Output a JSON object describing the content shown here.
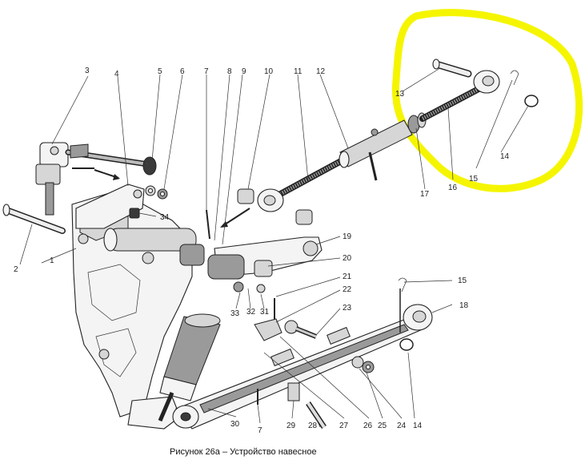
{
  "caption": "Рисунок 26а – Устройство навесное",
  "highlight_color": "#f5f500",
  "callouts": {
    "c1": "1",
    "c2": "2",
    "c3": "3",
    "c4": "4",
    "c5": "5",
    "c6": "6",
    "c7a": "7",
    "c7b": "7",
    "c8": "8",
    "c9": "9",
    "c10": "10",
    "c11": "11",
    "c12": "12",
    "c13": "13",
    "c14a": "14",
    "c14b": "14",
    "c15a": "15",
    "c15b": "15",
    "c16": "16",
    "c17": "17",
    "c18": "18",
    "c19": "19",
    "c20": "20",
    "c21": "21",
    "c22": "22",
    "c23": "23",
    "c24": "24",
    "c25": "25",
    "c26": "26",
    "c27": "27",
    "c28": "28",
    "c29": "29",
    "c30": "30",
    "c31": "31",
    "c32": "32",
    "c33": "33",
    "c34": "34"
  }
}
